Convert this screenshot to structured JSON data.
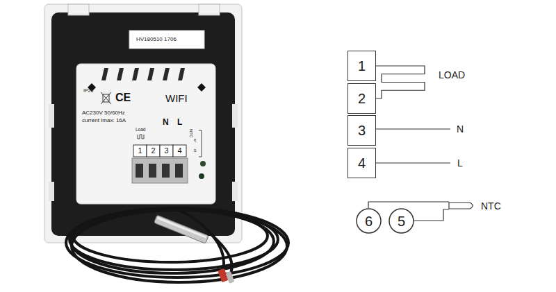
{
  "diagram": {
    "nodes": [
      {
        "text": [
          "1"
        ]
      },
      {
        "text": [
          "2"
        ]
      },
      {
        "text": [
          "3"
        ]
      },
      {
        "text": [
          "4"
        ]
      },
      {
        "text": [
          "6"
        ]
      },
      {
        "text": [
          "5"
        ]
      }
    ],
    "edges": [
      {
        "from": 0,
        "to": 1,
        "arrow": "none"
      }
    ],
    "labels": [
      "HV180510 1706",
      "IP20",
      "CE",
      "WIFI",
      "AC230V 50/60Hz",
      "current Imax: 16A",
      "Load",
      "N",
      "L",
      "NTC",
      "6",
      "5",
      "1",
      "2",
      "3",
      "4",
      "LOAD",
      "N",
      "L",
      "NTC"
    ]
  }
}
